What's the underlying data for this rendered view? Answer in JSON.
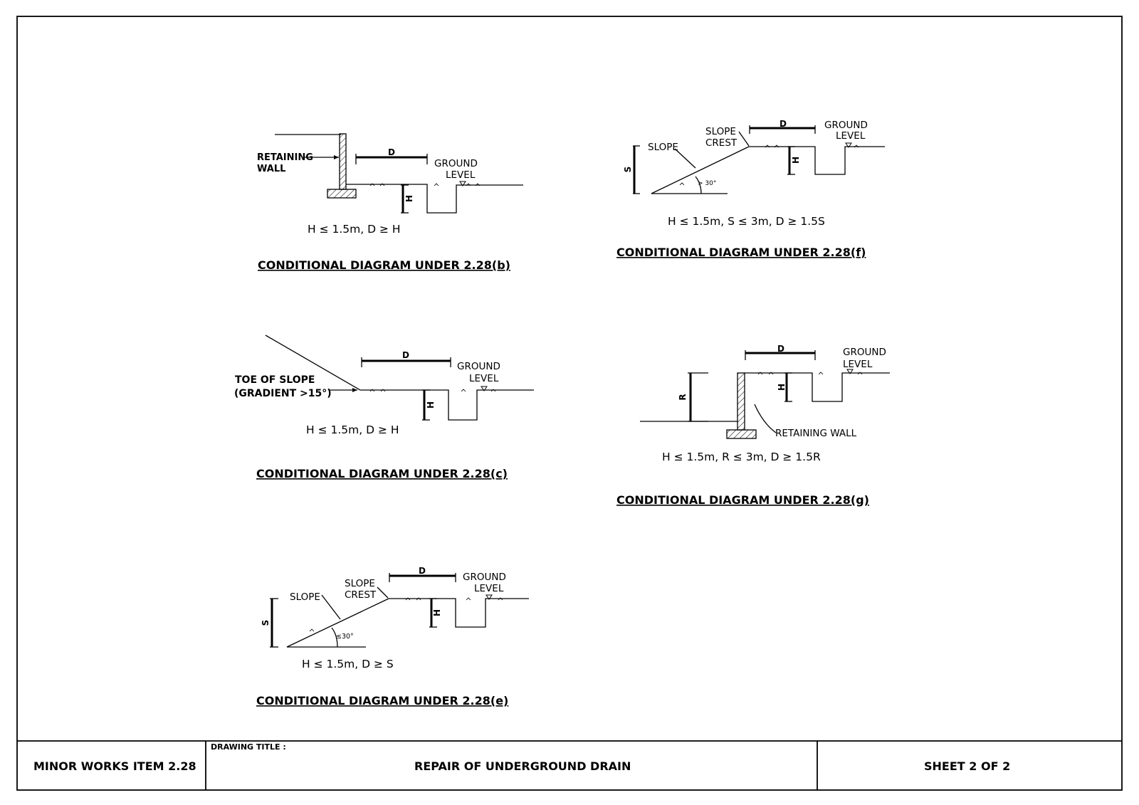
{
  "labels": {
    "D": "D",
    "H": "H",
    "S": "S",
    "R": "R",
    "ground": "GROUND",
    "level": "LEVEL",
    "retaining": "RETAINING",
    "wall": "WALL",
    "retaining_wall": "RETAINING WALL",
    "slope": "SLOPE",
    "crest": "CREST",
    "toe_of_slope": "TOE OF SLOPE",
    "gradient": "(GRADIENT  >15°)",
    "angle_gt": "> 30°",
    "angle_le": "≤30°"
  },
  "diagrams": [
    {
      "id": "b",
      "condition": "H ≤ 1.5m,  D ≥ H",
      "caption": "CONDITIONAL  DIAGRAM  UNDER  2.28(b)"
    },
    {
      "id": "f",
      "condition": "H ≤ 1.5m,  S ≤ 3m,  D ≥ 1.5S",
      "caption": "CONDITIONAL  DIAGRAM  UNDER  2.28(f)"
    },
    {
      "id": "c",
      "condition": "H ≤ 1.5m,  D ≥ H",
      "caption": "CONDITIONAL  DIAGRAM  UNDER  2.28(c)"
    },
    {
      "id": "g",
      "condition": "H ≤ 1.5m,  R ≤ 3m,  D ≥ 1.5R",
      "caption": "CONDITIONAL  DIAGRAM  UNDER  2.28(g)"
    },
    {
      "id": "e",
      "condition": "H ≤ 1.5m,  D ≥ S",
      "caption": "CONDITIONAL  DIAGRAM  UNDER  2.28(e)"
    }
  ],
  "title_block": {
    "item": "MINOR WORKS ITEM 2.28",
    "drawing_title_label": "DRAWING TITLE :",
    "drawing_title": "REPAIR OF UNDERGROUND DRAIN",
    "sheet": "SHEET  2  OF  2"
  }
}
